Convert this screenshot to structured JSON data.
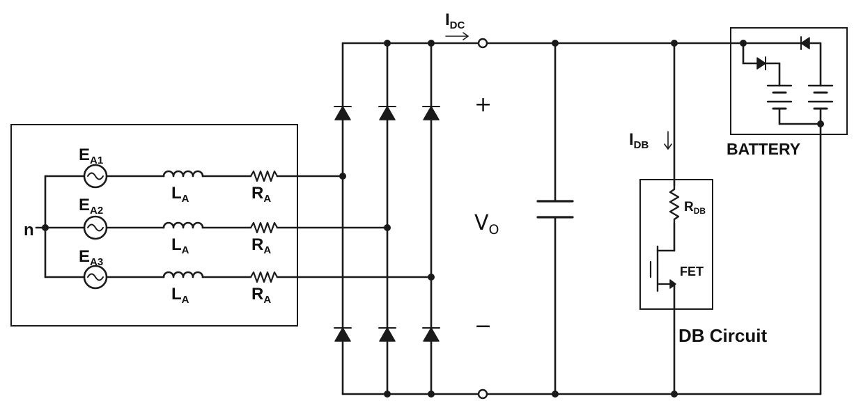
{
  "source_labels": {
    "n": "n",
    "phases": [
      {
        "E": "E",
        "E_sub": "A1",
        "L": "L",
        "L_sub": "A",
        "R": "R",
        "R_sub": "A"
      },
      {
        "E": "E",
        "E_sub": "A2",
        "L": "L",
        "L_sub": "A",
        "R": "R",
        "R_sub": "A"
      },
      {
        "E": "E",
        "E_sub": "A3",
        "L": "L",
        "L_sub": "A",
        "R": "R",
        "R_sub": "A"
      }
    ]
  },
  "dc_link": {
    "idc": "I",
    "idc_sub": "DC",
    "plus": "+",
    "minus": "−",
    "vo": "V",
    "vo_sub": "O"
  },
  "db_circuit": {
    "idb": "I",
    "idb_sub": "DB",
    "r": "R",
    "r_sub": "DB",
    "fet": "FET",
    "title": "DB Circuit"
  },
  "battery": {
    "title": "BATTERY"
  }
}
